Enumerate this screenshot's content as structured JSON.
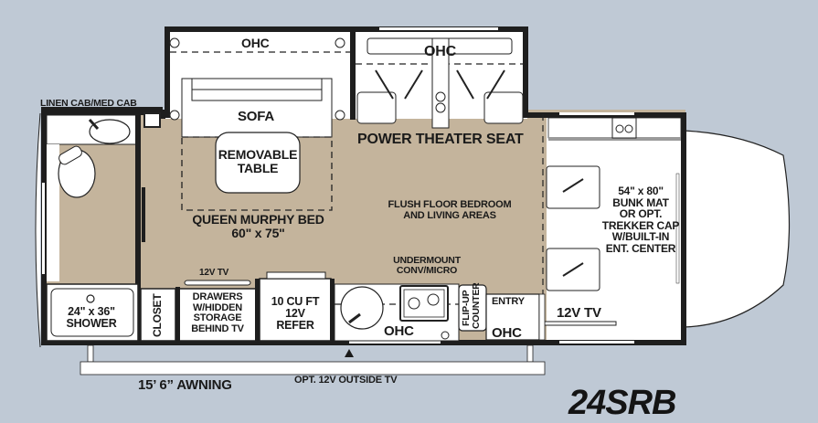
{
  "model_name": "24SRB",
  "colors": {
    "background": "#bfc9d5",
    "floor": "#c4b49c",
    "wall": "#1e1e1e",
    "fixture": "#ffffff",
    "counter_gray": "#9a9a9a",
    "text": "#1a1a1a"
  },
  "labels": {
    "linen_cab": "LINEN CAB/MED CAB",
    "ohc_top_left": "OHC",
    "ohc_top_right": "OHC",
    "sofa": "SOFA",
    "removable_table_1": "REMOVABLE",
    "removable_table_2": "TABLE",
    "power_theater_seat": "POWER THEATER SEAT",
    "queen_bed_1": "QUEEN MURPHY BED",
    "queen_bed_2": "60\" x 75\"",
    "flush_floor_1": "FLUSH FLOOR BEDROOM",
    "flush_floor_2": "AND LIVING AREAS",
    "undermount_1": "UNDERMOUNT",
    "undermount_2": "CONV/MICRO",
    "tv_12v_left": "12V TV",
    "shower_1": "24\" x 36\"",
    "shower_2": "SHOWER",
    "closet": "CLOSET",
    "drawers_1": "DRAWERS",
    "drawers_2": "W/HIDDEN",
    "drawers_3": "STORAGE",
    "drawers_4": "BEHIND TV",
    "refer_1": "10 CU FT",
    "refer_2": "12V",
    "refer_3": "REFER",
    "ohc_galley": "OHC",
    "flip_up_counter_1": "FLIP-UP",
    "flip_up_counter_2": "COUNTER",
    "entry": "ENTRY",
    "ohc_entry": "OHC",
    "tv_12v_cab": "12V TV",
    "bunk_1": "54\" x 80\"",
    "bunk_2": "BUNK MAT",
    "bunk_3": "OR OPT.",
    "bunk_4": "TREKKER CAP",
    "bunk_5": "W/BUILT-IN",
    "bunk_6": "ENT. CENTER",
    "awning": "15’ 6” AWNING",
    "outside_tv": "OPT. 12V OUTSIDE TV"
  }
}
